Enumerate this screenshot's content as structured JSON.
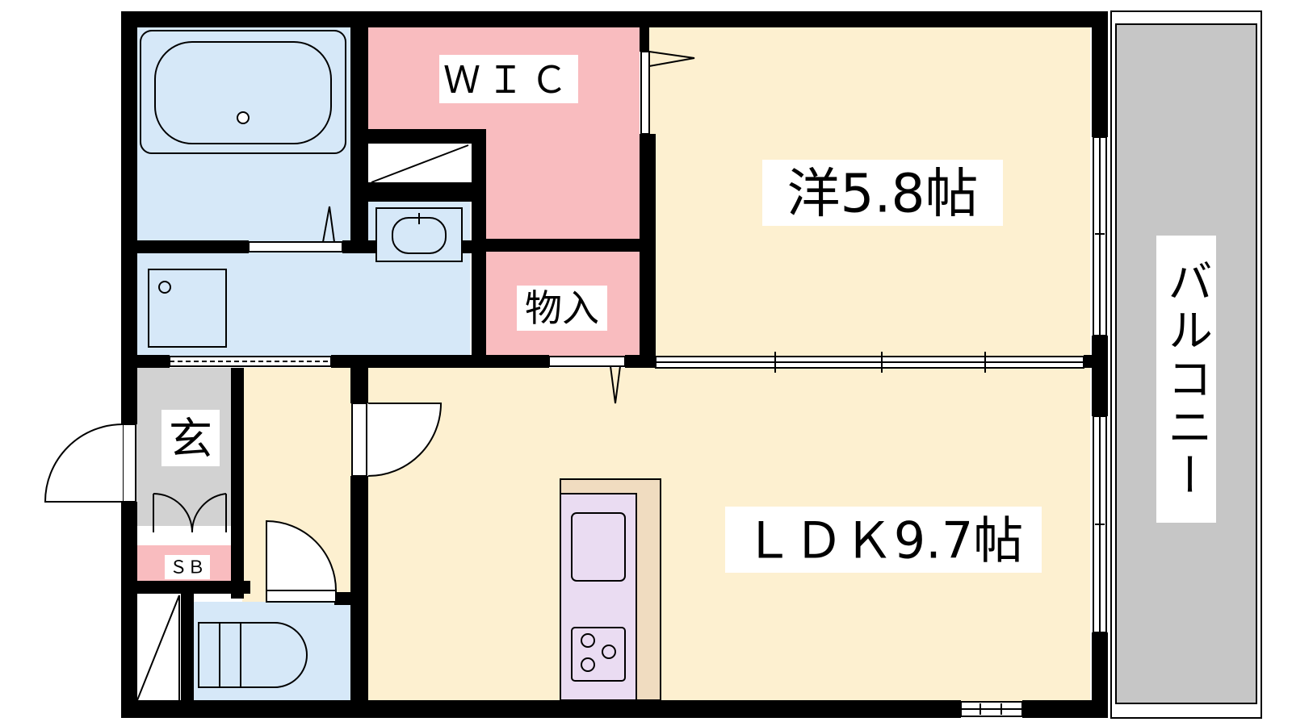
{
  "rooms": {
    "western_room": {
      "label": "洋5.8帖"
    },
    "ldk": {
      "label": "ＬＤＫ9.7帖"
    },
    "wic": {
      "label": "ＷＩＣ"
    },
    "storage": {
      "label": "物入"
    },
    "entrance": {
      "label": "玄"
    },
    "shoe_box": {
      "label": "ＳＢ"
    },
    "balcony": {
      "label": "バルコニー"
    }
  },
  "colors": {
    "wall": "#000000",
    "room_cream": "#fdf0d0",
    "wet_area_blue": "#d6e8f8",
    "storage_pink": "#f9bcbf",
    "entrance_gray": "#d2d2d2",
    "kitchen_lavender": "#eadcf2",
    "counter_tan": "#f0dcc0",
    "balcony_gray": "#c6c6c6"
  }
}
